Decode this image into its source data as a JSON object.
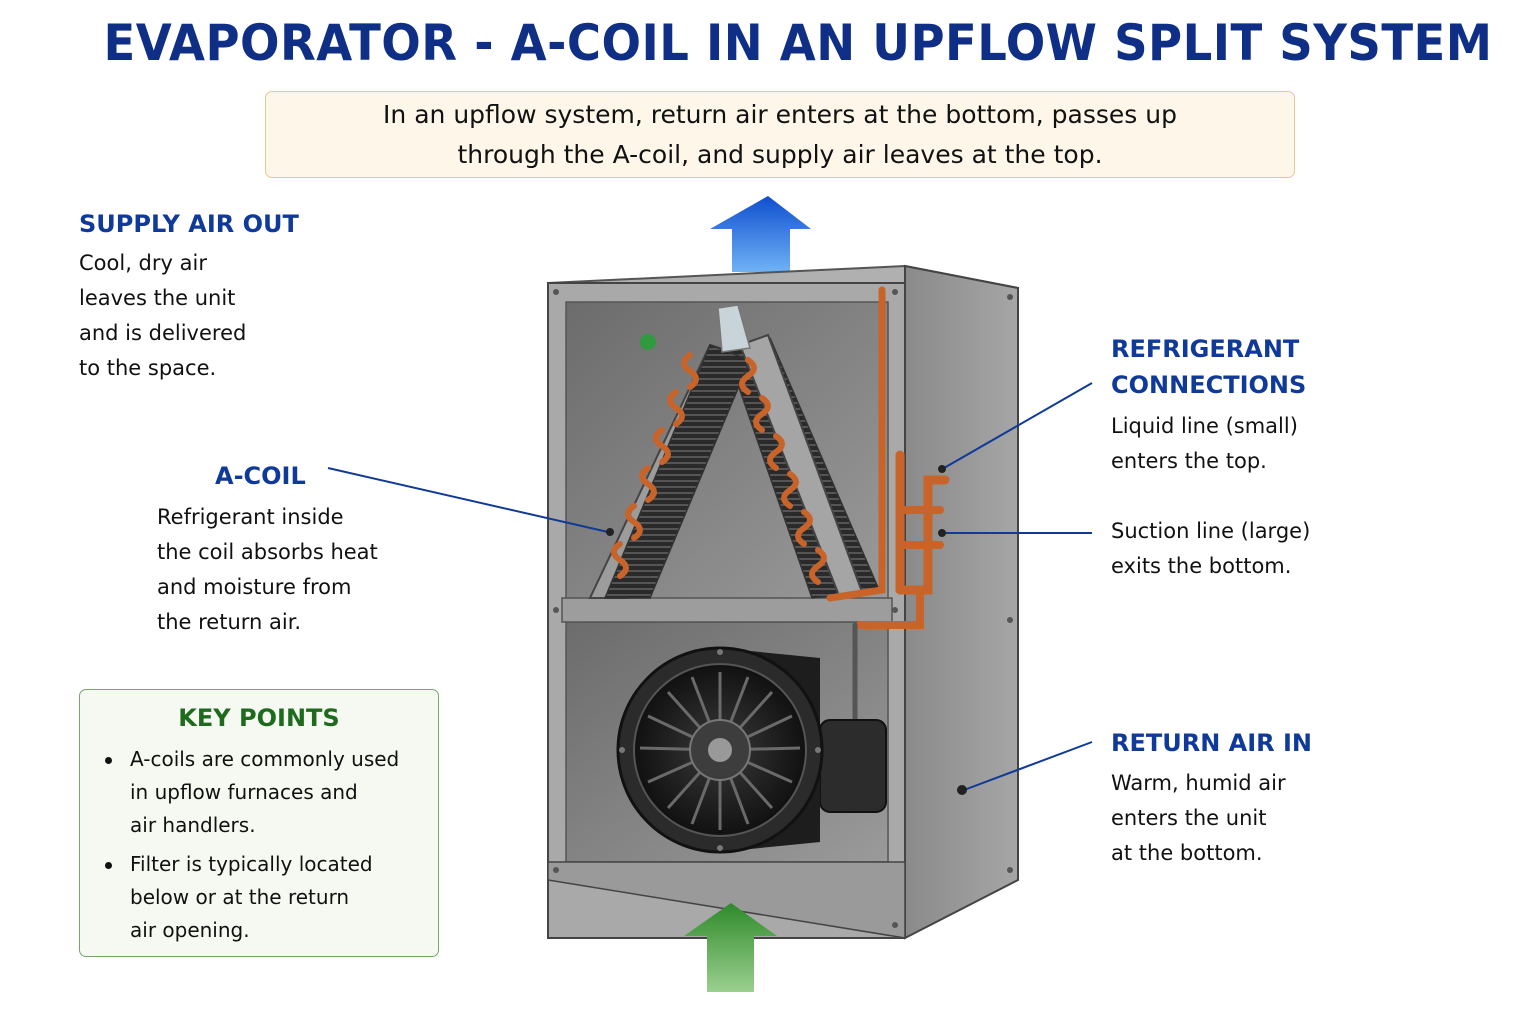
{
  "title": "EVAPORATOR - A-COIL IN AN UPFLOW SPLIT SYSTEM",
  "intro": {
    "line1": "In an upflow system, return air enters at the bottom, passes up",
    "line2": "through the A-coil, and supply air leaves at the top."
  },
  "supply": {
    "label": "SUPPLY AIR OUT",
    "lines": [
      "Cool, dry air",
      "leaves the unit",
      "and is delivered",
      "to the space."
    ]
  },
  "acoil": {
    "label": "A-COIL",
    "lines": [
      "Refrigerant inside",
      "the coil absorbs heat",
      "and moisture from",
      "the return air."
    ]
  },
  "refrigerant": {
    "label_line1": "REFRIGERANT",
    "label_line2": "CONNECTIONS",
    "liquid_lines": [
      "Liquid line (small)",
      "enters the top."
    ],
    "suction_lines": [
      "Suction line (large)",
      "exits the bottom."
    ]
  },
  "return": {
    "label": "RETURN AIR IN",
    "lines": [
      "Warm, humid air",
      "enters the unit",
      "at the bottom."
    ]
  },
  "key_points": {
    "title": "KEY POINTS",
    "bullet1": [
      "A-coils are commonly used",
      "in upflow furnaces and",
      "air handlers."
    ],
    "bullet2": [
      "Filter is typically located",
      "below or at the return",
      "air opening."
    ]
  },
  "colors": {
    "title": "#0f2f86",
    "label": "#0f3a99",
    "key_title": "#1f6b1d",
    "supply_arrow": "#1a5fd6",
    "return_arrow": "#3f9a3a",
    "copper": "#c8642a",
    "cabinet": "#8c8c8c"
  },
  "icons": [
    "supply-arrow-up",
    "return-arrow-up",
    "blower-fan",
    "a-coil",
    "copper-piping"
  ]
}
